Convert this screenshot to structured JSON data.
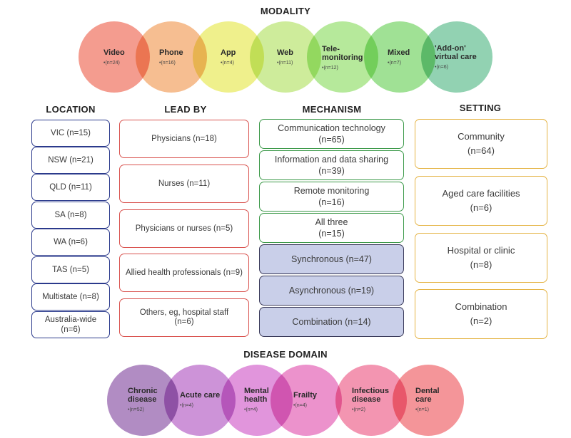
{
  "modality": {
    "title": "MODALITY",
    "items": [
      {
        "label": "Video",
        "n": "(n=24)",
        "color": "#f28b7b"
      },
      {
        "label": "Phone",
        "n": "(n=16)",
        "color": "#f4b37e"
      },
      {
        "label": "App",
        "n": "(n=4)",
        "color": "#eced78"
      },
      {
        "label": "Web",
        "n": "(n=11)",
        "color": "#c6e98a"
      },
      {
        "label_line1": "Tele-",
        "label_line2": "monitoring",
        "n": "(n=12)",
        "color": "#a9e58a"
      },
      {
        "label": "Mixed",
        "n": "(n=7)",
        "color": "#8fdc83"
      },
      {
        "label_line1": "'Add-on'",
        "label_line2": "virtual care",
        "n": "(n=6)",
        "color": "#7fcaa4"
      }
    ]
  },
  "location": {
    "title": "LOCATION",
    "items": [
      "VIC (n=15)",
      "NSW (n=21)",
      "QLD (n=11)",
      "SA (n=8)",
      "WA (n=6)",
      "TAS (n=5)",
      "Multistate (n=8)",
      "Australia-wide (n=6)"
    ],
    "border_color": "#2b3a8c"
  },
  "lead_by": {
    "title": "LEAD BY",
    "items": [
      "Physicians (n=18)",
      "Nurses (n=11)",
      "Physicians or nurses (n=5)",
      "Allied health professionals (n=9)",
      "Others, eg, hospital staff (n=6)"
    ],
    "border_color": "#d9534f"
  },
  "mechanism": {
    "title": "MECHANISM",
    "items": [
      {
        "line1": "Communication technology",
        "line2": "(n=65)"
      },
      {
        "line1": "Information and data sharing",
        "line2": "(n=39)"
      },
      {
        "line1": "Remote monitoring",
        "line2": "(n=16)"
      },
      {
        "line1": "All three",
        "line2": "(n=15)"
      },
      {
        "line1": "Synchronous (n=47)"
      },
      {
        "line1": "Asynchronous (n=19)"
      },
      {
        "line1": "Combination (n=14)"
      }
    ],
    "border_color": "#3d9a4a",
    "fill_color": "#c9cfe9"
  },
  "setting": {
    "title": "SETTING",
    "items": [
      {
        "line1": "Community",
        "line2": "(n=64)"
      },
      {
        "line1": "Aged care facilities",
        "line2": "(n=6)"
      },
      {
        "line1": "Hospital or clinic",
        "line2": "(n=8)"
      },
      {
        "line1": "Combination",
        "line2": "(n=2)"
      }
    ],
    "border_color": "#e5b445"
  },
  "disease_domain": {
    "title": "DISEASE DOMAIN",
    "items": [
      {
        "label_line1": "Chronic",
        "label_line2": "disease",
        "n": "(n=52)",
        "color": "#a97fbd"
      },
      {
        "label": "Acute care",
        "n": "(n=4)",
        "color": "#c887d4"
      },
      {
        "label_line1": "Mental",
        "label_line2": "health",
        "n": "(n=4)",
        "color": "#de8ad8"
      },
      {
        "label": "Frailty",
        "n": "(n=4)",
        "color": "#ea86c6"
      },
      {
        "label_line1": "Infectious",
        "label_line2": "disease",
        "n": "(n=2)",
        "color": "#f28aa8"
      },
      {
        "label_line1": "Dental",
        "label_line2": "care",
        "n": "(n=1)",
        "color": "#f38a8e"
      }
    ]
  }
}
